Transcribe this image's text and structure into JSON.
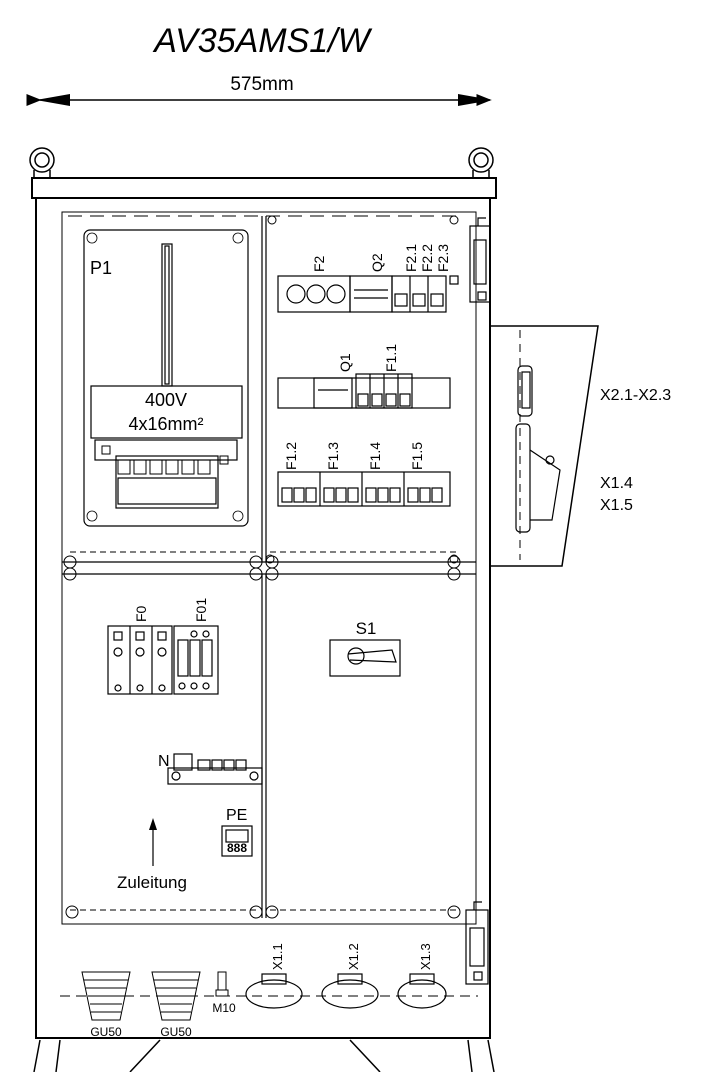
{
  "title": "AV35AMS1/W",
  "width_dim": "575mm",
  "meter": {
    "tag": "P1",
    "voltage": "400V",
    "cable": "4x16mm²"
  },
  "devices": {
    "f2": "F2",
    "q2": "Q2",
    "f21": "F2.1",
    "f22": "F2.2",
    "f23": "F2.3",
    "q1": "Q1",
    "f11": "F1.1",
    "f12": "F1.2",
    "f13": "F1.3",
    "f14": "F1.4",
    "f15": "F1.5",
    "f0": "F0",
    "f01": "F01",
    "n": "N",
    "pe": "PE",
    "pe_digits": "888",
    "s1": "S1",
    "feed": "Zuleitung"
  },
  "side_labels": {
    "x2": "X2.1-X2.3",
    "x14": "X1.4",
    "x15": "X1.5"
  },
  "bottom": {
    "gland1": "GU50",
    "gland2": "GU50",
    "m10": "M10",
    "x11": "X1.1",
    "x12": "X1.2",
    "x13": "X1.3"
  }
}
